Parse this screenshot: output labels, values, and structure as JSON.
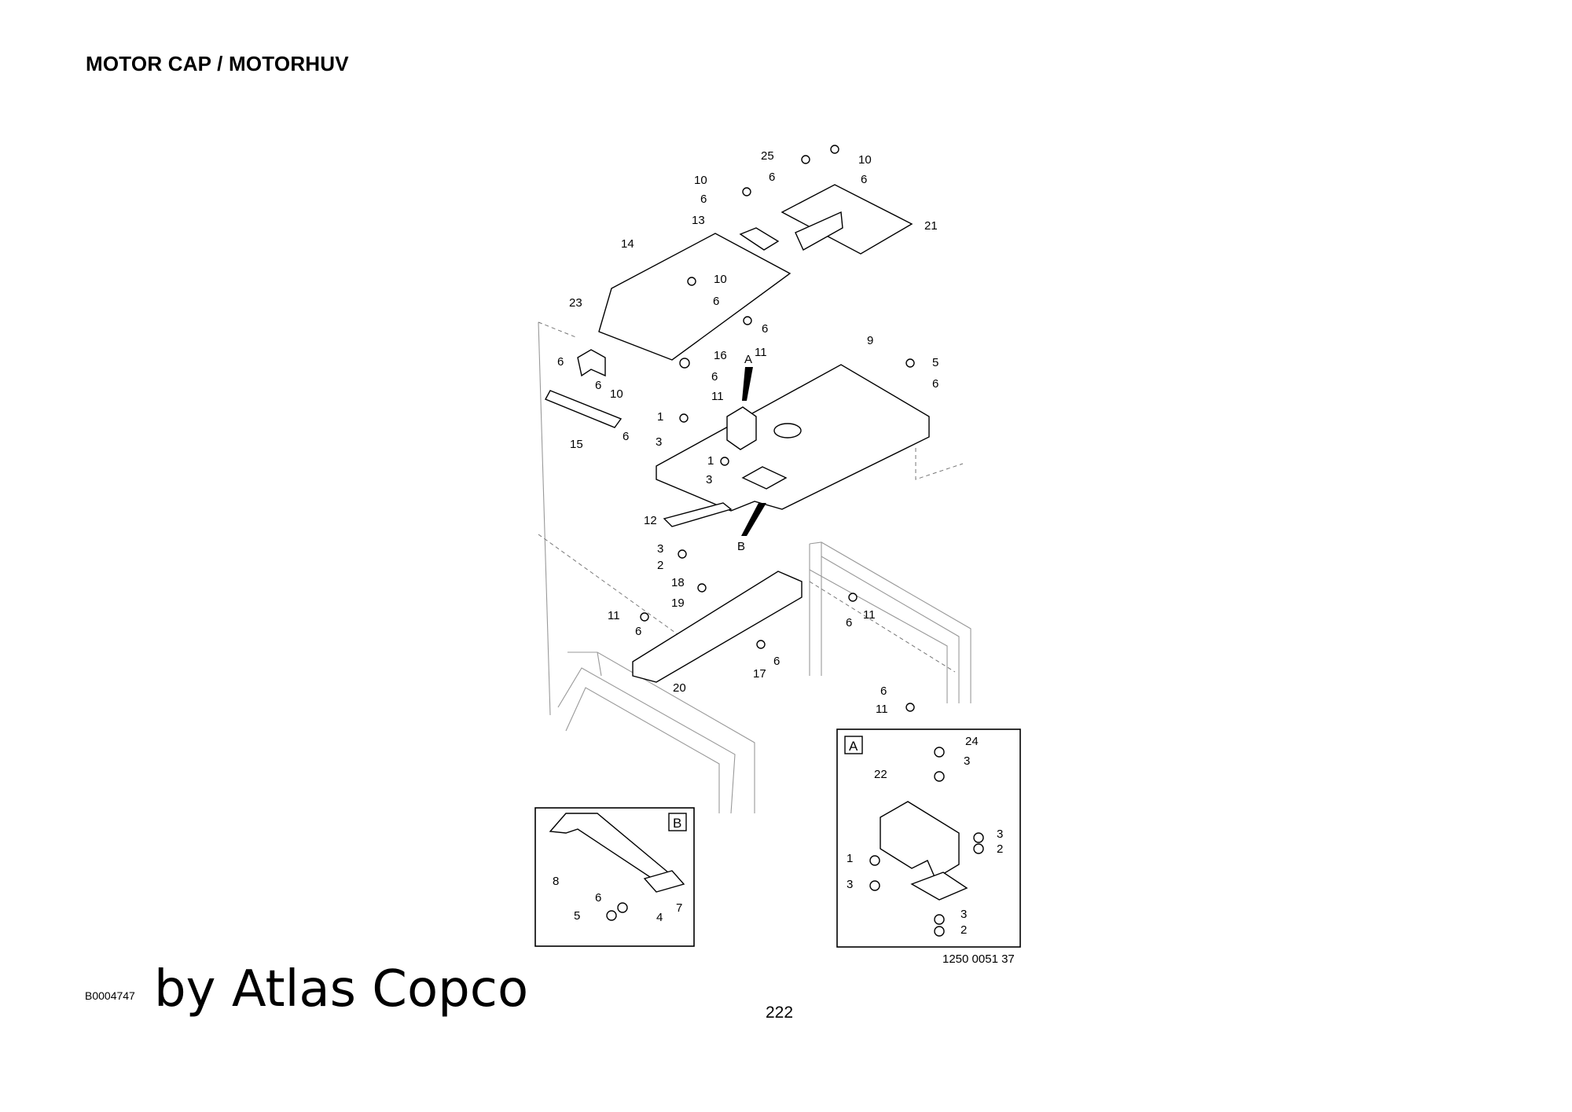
{
  "page": {
    "title": "MOTOR CAP / MOTORHUV",
    "doc_id": "B0004747",
    "brand": "by Atlas Copco",
    "page_number": "222",
    "drawing_number": "1250 0051 37"
  },
  "detail_boxes": [
    {
      "label": "A"
    },
    {
      "label": "B"
    }
  ],
  "view_markers": {
    "a": "A",
    "b": "B"
  },
  "callouts": {
    "c25": "25",
    "c10a": "10",
    "c6a": "6",
    "c6b": "6",
    "c10b": "10",
    "c6c": "6",
    "c13": "13",
    "c21": "21",
    "c14": "14",
    "c10c": "10",
    "c6d": "6",
    "c23": "23",
    "c6e": "6",
    "c11a": "11",
    "c9": "9",
    "c5a": "5",
    "c6f": "6",
    "c6g": "6",
    "c6h": "6",
    "c10d": "10",
    "c16": "16",
    "c6i": "6",
    "c11b": "11",
    "c1a": "1",
    "c3a": "3",
    "c15": "15",
    "c6j": "6",
    "c1b": "1",
    "c3b": "3",
    "c12": "12",
    "c3c": "3",
    "c2a": "2",
    "c18": "18",
    "c19": "19",
    "c11c": "11",
    "c6k": "6",
    "c6l": "6",
    "c11d": "11",
    "c20": "20",
    "c17": "17",
    "c6m": "6",
    "c6n": "6",
    "c11e": "11",
    "a24": "24",
    "a3a": "3",
    "a22": "22",
    "a3b": "3",
    "a2a": "2",
    "a1": "1",
    "a3c": "3",
    "a3d": "3",
    "a2b": "2",
    "b8": "8",
    "b6": "6",
    "b5": "5",
    "b4": "4",
    "b7": "7"
  }
}
